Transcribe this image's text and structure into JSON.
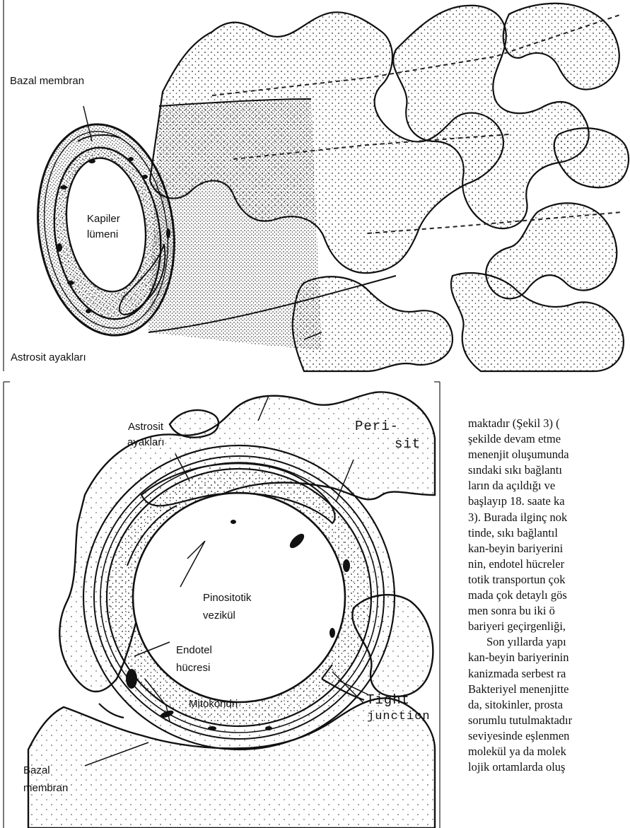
{
  "figure_top": {
    "labels": {
      "bazal_membran": "Bazal membran",
      "kapiller_lumeni_1": "Kapiler",
      "kapiller_lumeni_2": "lümeni",
      "astrosit_ayaklari": "Astrosit ayakları"
    }
  },
  "figure_bottom": {
    "labels": {
      "astrosit_1": "Astrosit",
      "astrosit_2": "ayakları",
      "perisit_1": "Peri-",
      "perisit_2": "sit",
      "pinositotik_1": "Pinositotik",
      "pinositotik_2": "vezikül",
      "endotel_1": "Endotel",
      "endotel_2": "hücresi",
      "mitokondri": "Mitokondri",
      "tight_1": "Tight",
      "tight_2": "junction",
      "bazal_1": "Bazal",
      "bazal_2": "membran"
    }
  },
  "text_column": {
    "lines": [
      "maktadır (Şekil 3) (",
      "şekilde devam etme",
      "menenjit oluşumunda",
      "sındaki sıkı bağlantı",
      "ların da açıldığı ve",
      "başlayıp 18. saate ka",
      "3). Burada ilginç nok",
      "tinde, sıkı bağlantıl",
      "kan-beyin bariyerini",
      "nin, endotel hücreler",
      "totik transportun çok",
      "mada çok detaylı gös",
      "men sonra bu iki ö",
      "bariyeri geçirgenliği,",
      "Son yıllarda yapı",
      "kan-beyin bariyerinin",
      "kanizmada serbest ra",
      "Bakteriyel menenjitte",
      "da, sitokinler, prosta",
      "sorumlu tutulmaktadır",
      "seviyesinde eşlenmen",
      "molekül ya da molek",
      "lojik ortamlarda oluş"
    ]
  }
}
